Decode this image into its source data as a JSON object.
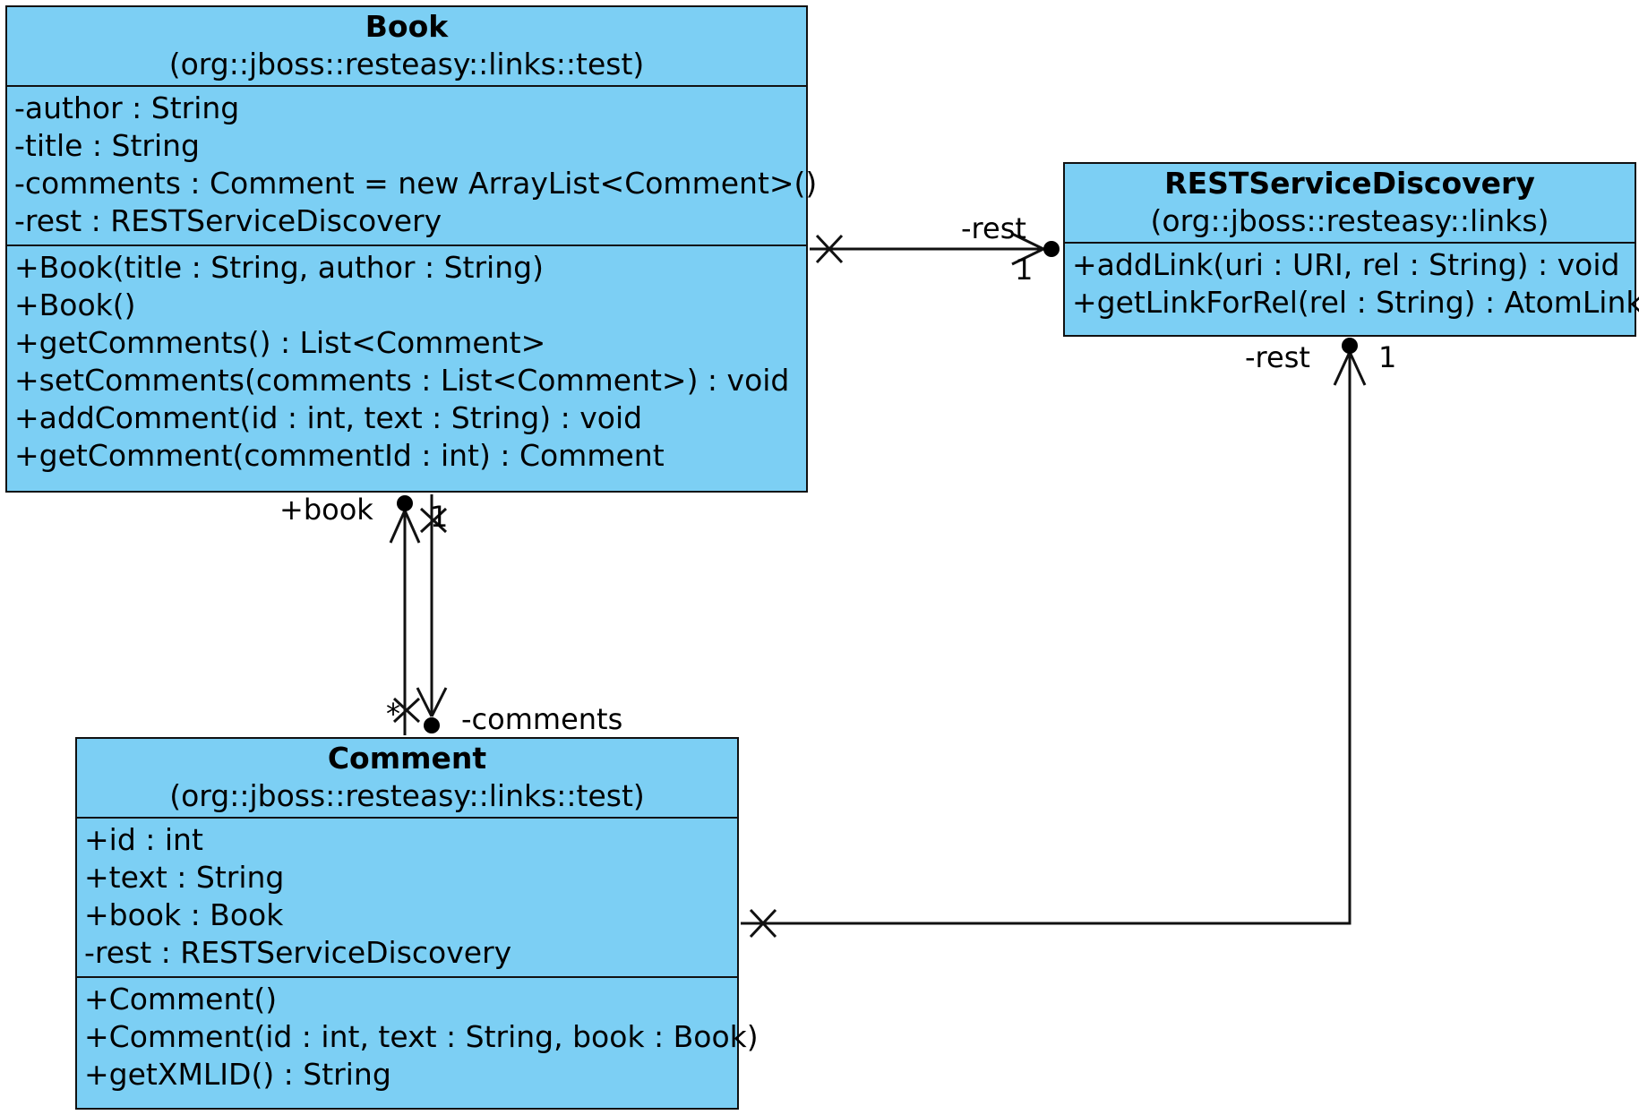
{
  "classes": {
    "book": {
      "name": "Book",
      "package": "(org::jboss::resteasy::links::test)",
      "attributes": [
        "-author : String",
        "-title : String",
        "-comments : Comment = new ArrayList<Comment>()",
        "-rest : RESTServiceDiscovery"
      ],
      "operations": [
        "+Book(title : String, author : String)",
        "+Book()",
        "+getComments() : List<Comment>",
        "+setComments(comments : List<Comment>) : void",
        "+addComment(id : int, text : String) : void",
        "+getComment(commentId : int) : Comment"
      ]
    },
    "rest_service_discovery": {
      "name": "RESTServiceDiscovery",
      "package": "(org::jboss::resteasy::links)",
      "attributes": [],
      "operations": [
        "+addLink(uri : URI, rel : String) : void",
        "+getLinkForRel(rel : String) : AtomLink"
      ]
    },
    "comment": {
      "name": "Comment",
      "package": "(org::jboss::resteasy::links::test)",
      "attributes": [
        "+id : int",
        "+text : String",
        "+book : Book",
        "-rest : RESTServiceDiscovery"
      ],
      "operations": [
        "+Comment()",
        "+Comment(id : int, text : String, book : Book)",
        "+getXMLID() : String"
      ]
    }
  },
  "associations": {
    "book_rest": {
      "role": "-rest",
      "multiplicity": "1"
    },
    "comment_rest": {
      "role": "-rest",
      "multiplicity": "1"
    },
    "comment_book": {
      "role": "+book",
      "multiplicity": "1"
    },
    "book_comments": {
      "role": "-comments",
      "multiplicity": "*"
    }
  },
  "colors": {
    "class_fill": "#7ccff4",
    "line": "#111111"
  }
}
